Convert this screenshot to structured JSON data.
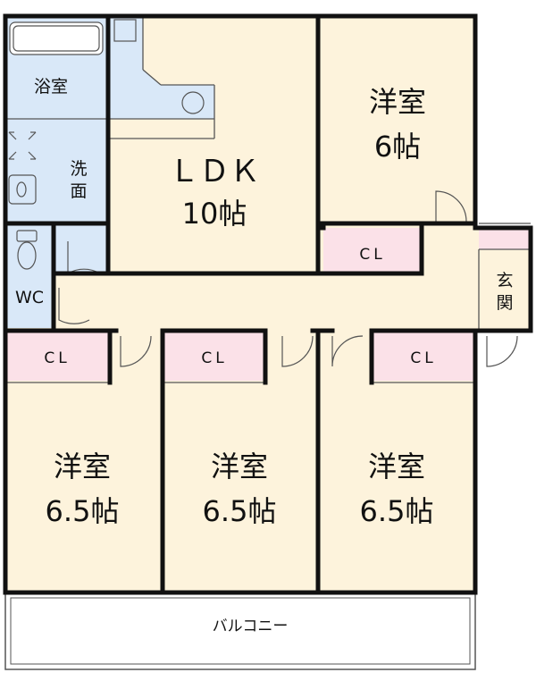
{
  "colors": {
    "room_fill": "#fdf3dc",
    "wet_fill": "#d9e8f8",
    "closet_fill": "#fbe1e8",
    "wall": "#111111",
    "line": "#555555"
  },
  "rooms": {
    "bath": {
      "name": "浴室"
    },
    "washroom": {
      "name_lines": [
        "洗",
        "面"
      ]
    },
    "wc": {
      "name": "WC"
    },
    "ldk": {
      "name": "ＬＤＫ",
      "size": "10帖"
    },
    "western_ne": {
      "name": "洋室",
      "size": "6帖"
    },
    "entrance": {
      "name_lines": [
        "玄",
        "関"
      ]
    },
    "western_1": {
      "name": "洋室",
      "size": "6.5帖"
    },
    "western_2": {
      "name": "洋室",
      "size": "6.5帖"
    },
    "western_3": {
      "name": "洋室",
      "size": "6.5帖"
    }
  },
  "closets": {
    "cl_ne": "CL",
    "cl_1": "CL",
    "cl_2": "CL",
    "cl_3": "CL"
  },
  "balcony": {
    "name": "バルコニー"
  }
}
